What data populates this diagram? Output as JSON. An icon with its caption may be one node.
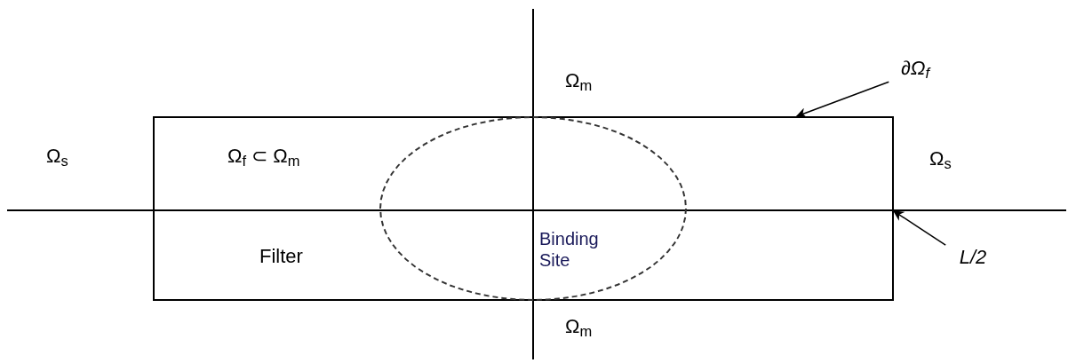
{
  "diagram": {
    "nodes": [
      {
        "text": [
          "Ω$_{f}$ ⊂ Ω$_{m}$",
          "Filter"
        ]
      },
      {
        "text": [
          "Binding Site"
        ],
        "in": 0
      },
      {
        "text": [
          "∂Ω$_{f}$"
        ]
      },
      {
        "text": [
          "L/2"
        ]
      }
    ],
    "edges": [
      {
        "from": 2,
        "to": 0,
        "arrow": "to"
      },
      {
        "from": 3,
        "to": 0,
        "arrow": "to"
      }
    ],
    "labels": [
      "Ω$_{m}$",
      "Ω$_{s}$",
      "Ω$_{s}$",
      "Ω$_{m}$"
    ]
  }
}
